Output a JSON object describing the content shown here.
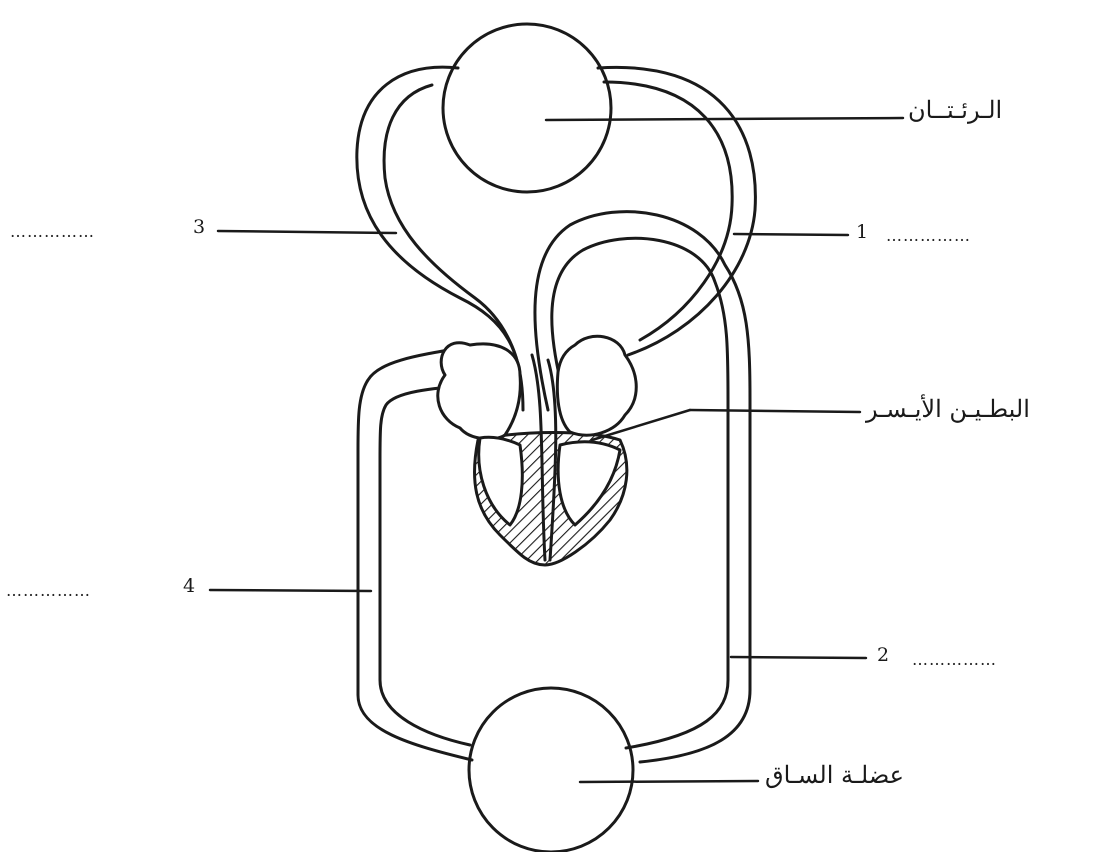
{
  "labels": {
    "lungs": "الـرئـتــان",
    "left_ventricle": "البطـيـن الأيـسـر",
    "leg_muscle": "عضلـة السـاق"
  },
  "blanks": [
    {
      "number": "1",
      "dots": "……………"
    },
    {
      "number": "2",
      "dots": "……………"
    },
    {
      "number": "3",
      "dots": "……………"
    },
    {
      "number": "4",
      "dots": "……………"
    }
  ],
  "colors": {
    "ink": "#1a1a1a",
    "paper": "#ffffff"
  }
}
